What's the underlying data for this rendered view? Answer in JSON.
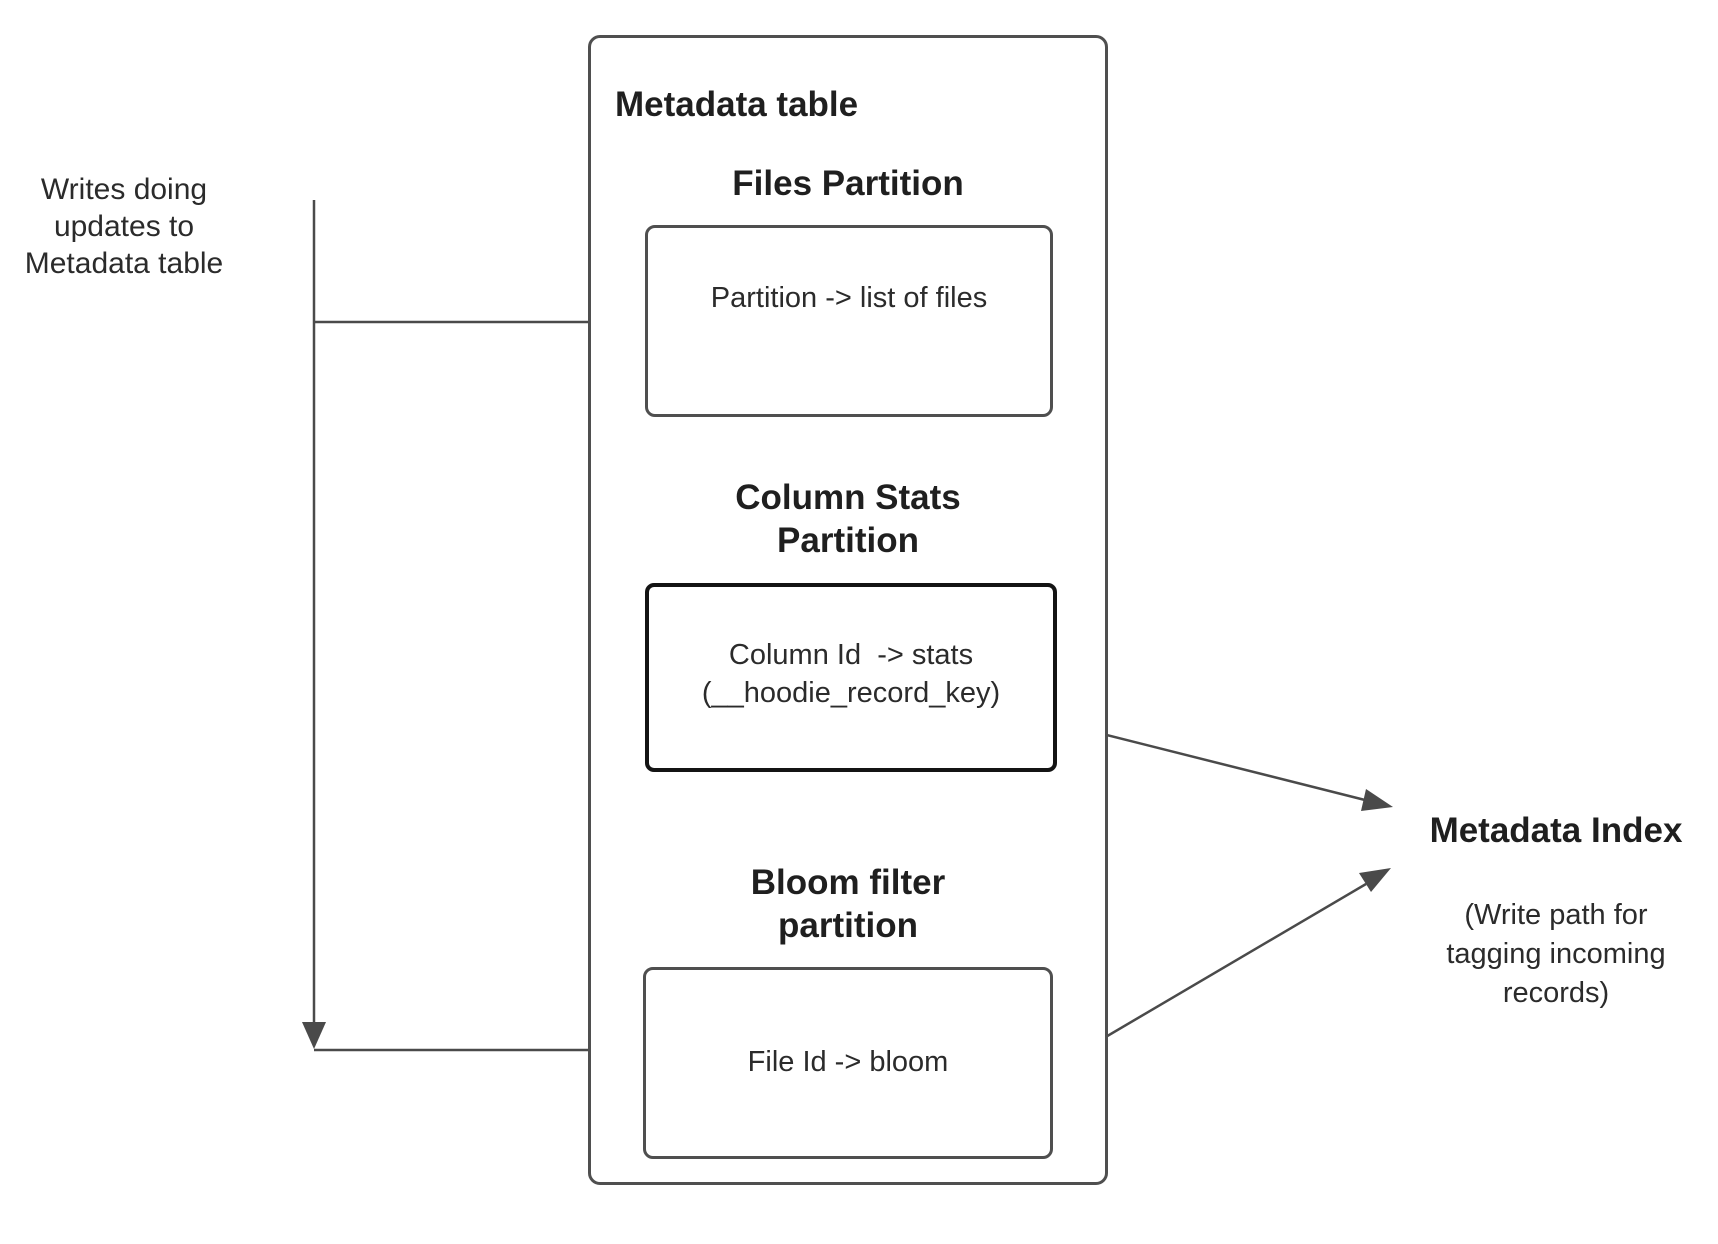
{
  "colors": {
    "background": "#ffffff",
    "box-border": "#4f4f4f",
    "emphasis-border": "#141414",
    "connector": "#4a4a4a",
    "heading-text": "#1f1f1f",
    "body-text": "#2b2b2b"
  },
  "left_label": "Writes doing\nupdates to\nMetadata table",
  "metadata_table": {
    "title": "Metadata table",
    "files_partition": {
      "heading": "Files Partition",
      "content": "Partition -> list of files"
    },
    "column_stats_partition": {
      "heading": "Column Stats\nPartition",
      "content": "Column Id  -> stats\n(__hoodie_record_key)"
    },
    "bloom_filter_partition": {
      "heading": "Bloom filter\npartition",
      "content": "File Id -> bloom"
    }
  },
  "metadata_index": {
    "title": "Metadata Index",
    "note": "(Write path for\ntagging incoming\nrecords)"
  }
}
